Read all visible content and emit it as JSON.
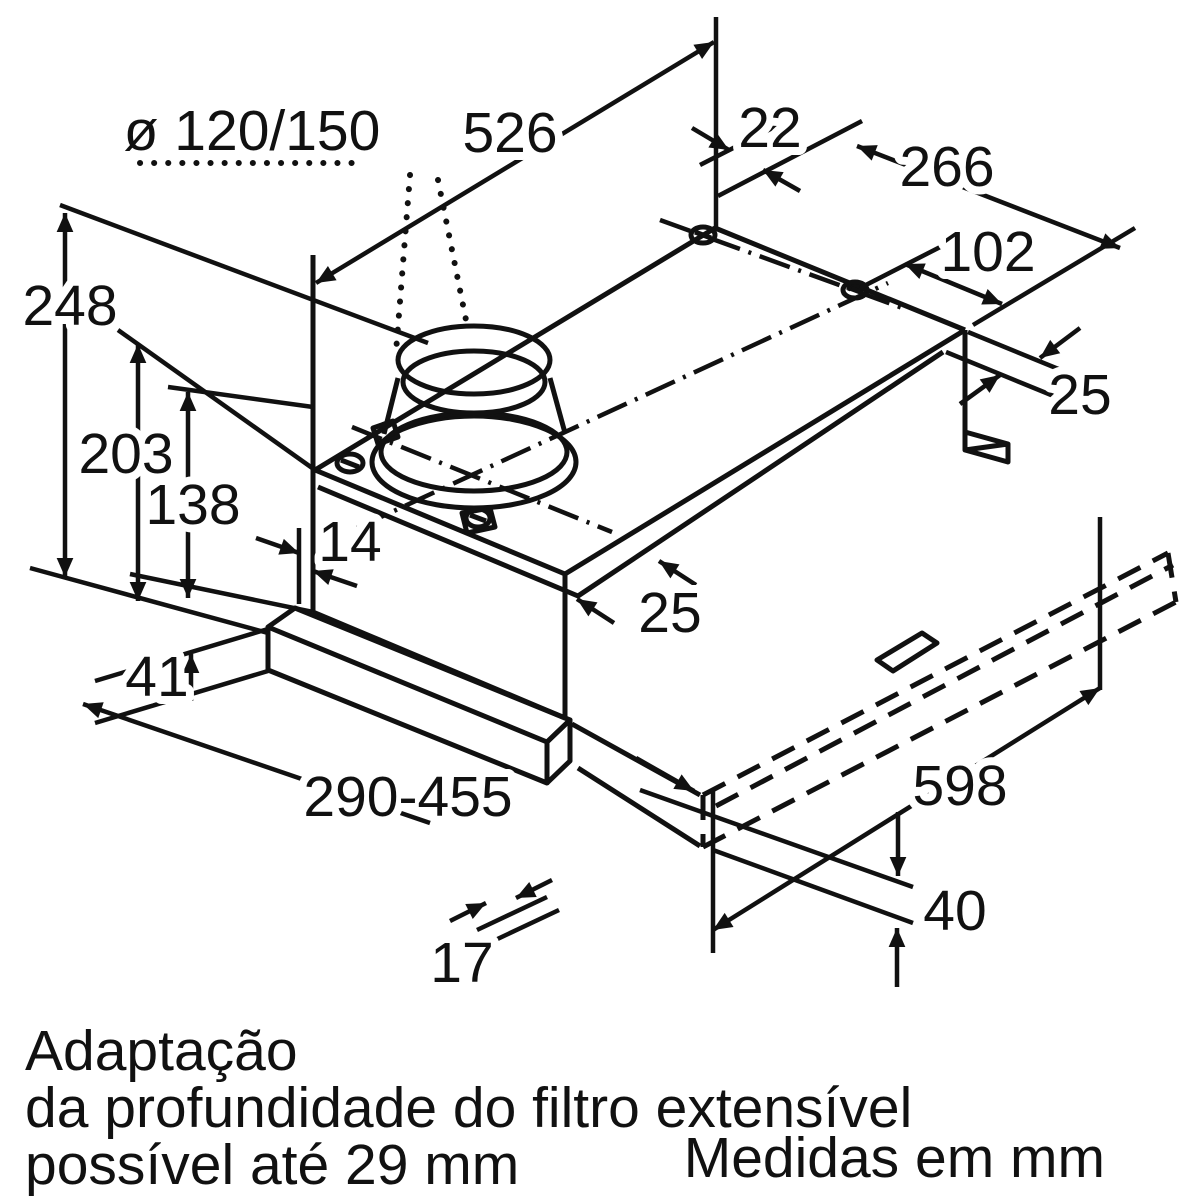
{
  "diagram": {
    "dimensions": {
      "duct_diameter": "ø 120/150",
      "body_width": "526",
      "rear_gap": "22",
      "top_depth": "266",
      "rear_hole_offset": "102",
      "rear_lip": "25",
      "total_height": "248",
      "body_height": "203",
      "mid_height": "138",
      "front_offset": "14",
      "front_lip": "25",
      "panel_height": "41",
      "depth_range": "290-455",
      "panel_gap": "17",
      "pullout_width": "598",
      "pullout_height": "40"
    },
    "notes": {
      "line1": "Adaptação",
      "line2": "da profundidade do filtro extensível",
      "line3": "possível até 29 mm",
      "units": "Medidas em mm"
    }
  }
}
